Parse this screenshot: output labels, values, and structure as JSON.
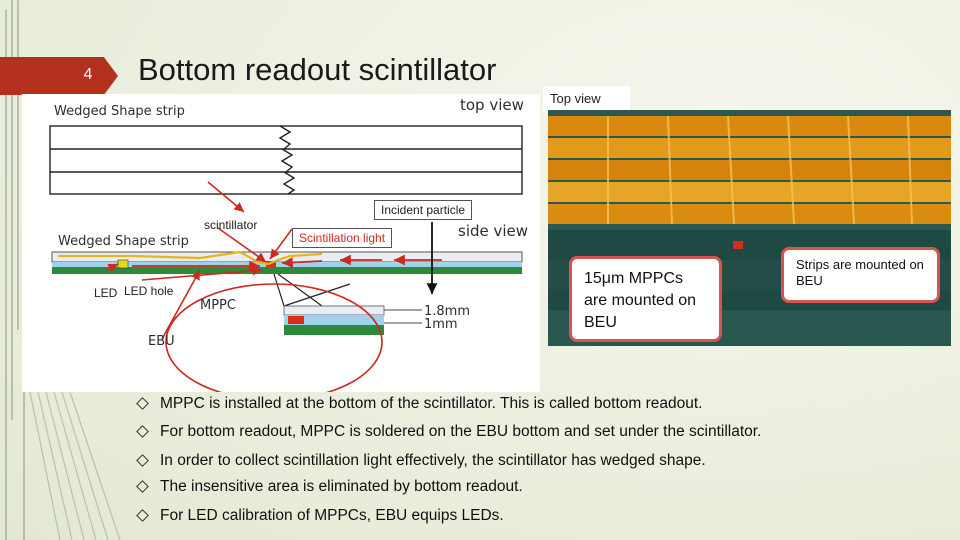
{
  "slide": {
    "number": "4",
    "title": "Bottom readout scintillator"
  },
  "diagram": {
    "top_heading": "Wedged Shape strip",
    "top_view": "top view",
    "side_heading": "Wedged Shape strip",
    "side_view": "side view",
    "incident_particle": "Incident particle",
    "scintillator": "scintillator",
    "scintillation_light": "Scintillation light",
    "led": "LED",
    "led_hole": "LED hole",
    "mppc": "MPPC",
    "ebu": "EBU",
    "dim1": "1.8mm",
    "dim2": "1mm"
  },
  "photo": {
    "top_view_label": "Top view",
    "mppc_callout": "15μm MPPCs are mounted on BEU",
    "strips_callout": "Strips are mounted on BEU"
  },
  "bullets": [
    "MPPC is installed at the bottom of the scintillator. This is called bottom readout.",
    "For bottom readout, MPPC is soldered on the EBU bottom and set under the scintillator.",
    "In order to collect scintillation light effectively, the scintillator has wedged shape.",
    "The insensitive area is eliminated by bottom readout.",
    "For LED calibration of MPPCs, EBU equips LEDs."
  ]
}
